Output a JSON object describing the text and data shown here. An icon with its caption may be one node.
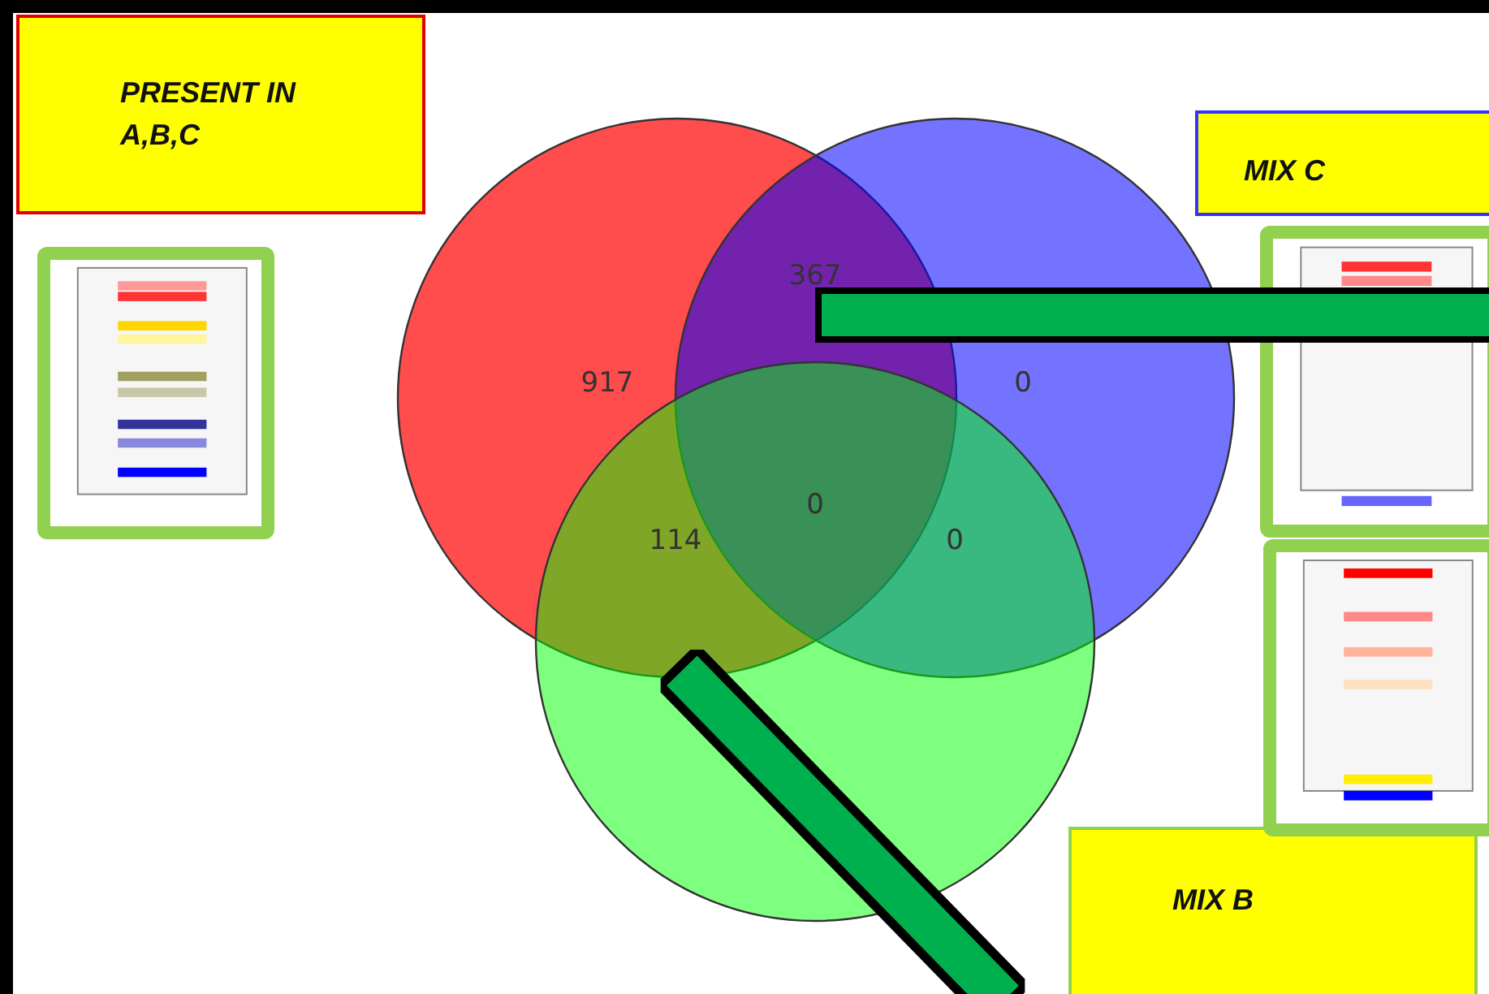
{
  "diagram": {
    "nodes": [
      {
        "text": [
          "PRESENT IN A,B,C"
        ]
      },
      {
        "text": [
          "MIX C"
        ]
      },
      {
        "text": [
          "MIX B"
        ]
      },
      {
        "text": [],
        "shape": "picture"
      },
      {
        "text": [],
        "shape": "picture"
      },
      {
        "text": [],
        "shape": "picture"
      }
    ],
    "edges": [
      {
        "from": null,
        "to": 4,
        "arrow": "none"
      },
      {
        "from": null,
        "to": 2,
        "arrow": "none"
      }
    ],
    "labels": [
      "367",
      "917",
      "0",
      "0",
      "114",
      "0"
    ]
  }
}
